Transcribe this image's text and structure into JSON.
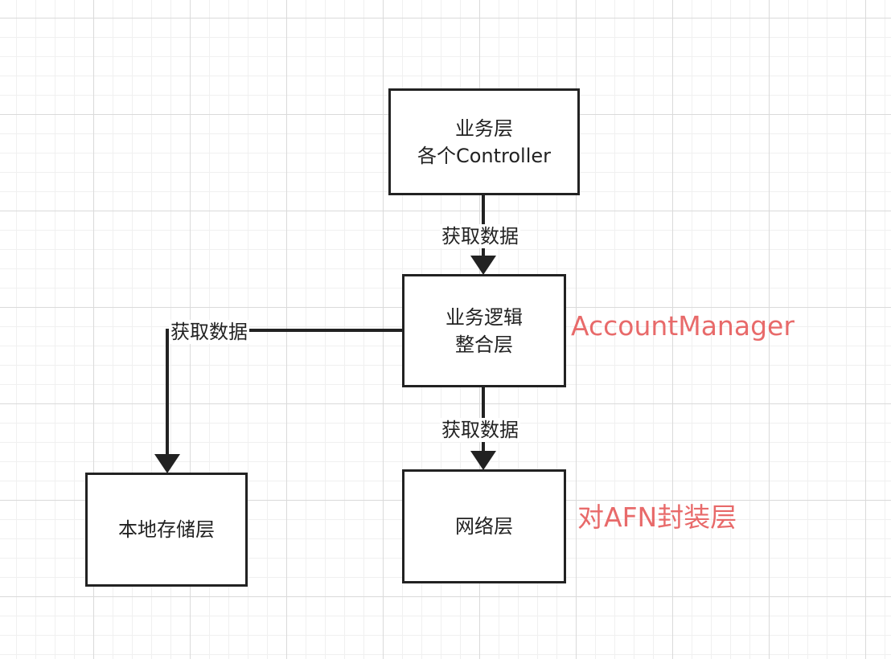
{
  "boxes": {
    "business": {
      "line1": "业务层",
      "line2": "各个Controller"
    },
    "logic": {
      "line1": "业务逻辑",
      "line2": "整合层"
    },
    "network": {
      "label": "网络层"
    },
    "storage": {
      "label": "本地存储层"
    }
  },
  "edges": {
    "business_to_logic": "获取数据",
    "logic_to_storage": "获取数据",
    "logic_to_network": "获取数据"
  },
  "notes": {
    "logic": "AccountManager",
    "network": "对AFN封装层"
  },
  "colors": {
    "stroke": "#222222",
    "note": "#e86a6a",
    "grid": "#dadada"
  }
}
